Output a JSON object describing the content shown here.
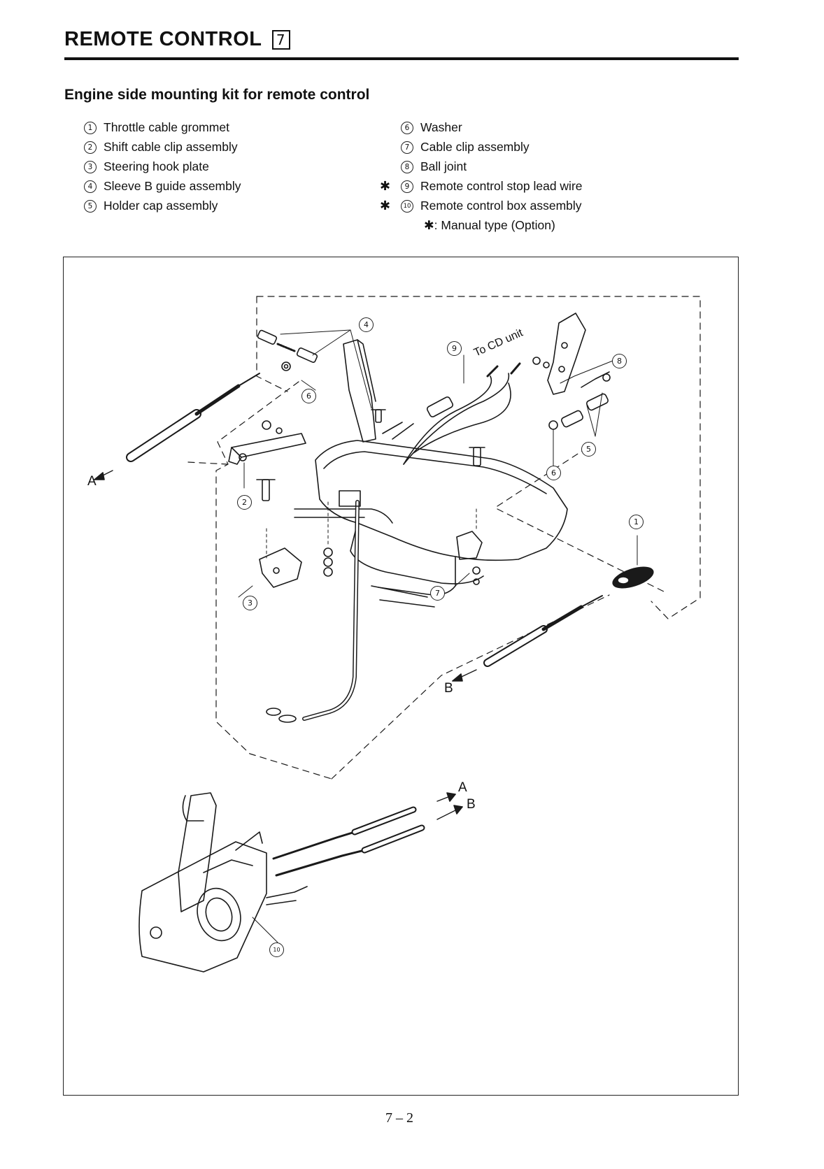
{
  "header": {
    "title": "REMOTE CONTROL",
    "chapter": "7"
  },
  "subtitle": "Engine side mounting kit for remote control",
  "legend_left": [
    {
      "num": "1",
      "label": "Throttle cable grommet"
    },
    {
      "num": "2",
      "label": "Shift cable clip assembly"
    },
    {
      "num": "3",
      "label": "Steering hook plate"
    },
    {
      "num": "4",
      "label": "Sleeve B guide assembly"
    },
    {
      "num": "5",
      "label": "Holder cap assembly"
    }
  ],
  "legend_right": [
    {
      "num": "6",
      "label": "Washer",
      "star": ""
    },
    {
      "num": "7",
      "label": "Cable clip assembly",
      "star": ""
    },
    {
      "num": "8",
      "label": "Ball joint",
      "star": ""
    },
    {
      "num": "9",
      "label": "Remote control stop lead wire",
      "star": "✱"
    },
    {
      "num": "10",
      "label": "Remote control box assembly",
      "star": "✱"
    }
  ],
  "legend_note": "✱:  Manual type (Option)",
  "diagram": {
    "to_cd_unit": "To CD unit",
    "callouts": [
      "4",
      "9",
      "8",
      "6",
      "5",
      "6",
      "2",
      "1",
      "3",
      "7",
      "10"
    ],
    "letters": [
      "A",
      "B",
      "A",
      "B"
    ]
  },
  "page_number": "7 – 2"
}
